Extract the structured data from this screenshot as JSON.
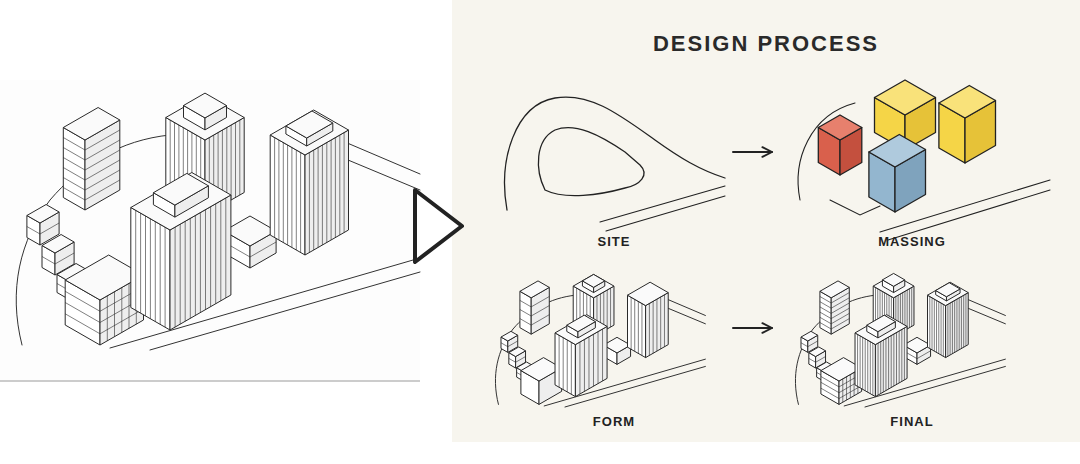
{
  "diagram": {
    "title": "DESIGN PROCESS",
    "nodes": [
      {
        "text": [
          "SITE"
        ]
      },
      {
        "text": [
          "MASSING"
        ]
      },
      {
        "text": [
          "FORM"
        ]
      },
      {
        "text": [
          "FINAL"
        ]
      }
    ],
    "edges": [
      {
        "from": 0,
        "to": 1,
        "arrow": "to"
      },
      {
        "from": 2,
        "to": 3,
        "arrow": "to"
      }
    ]
  }
}
